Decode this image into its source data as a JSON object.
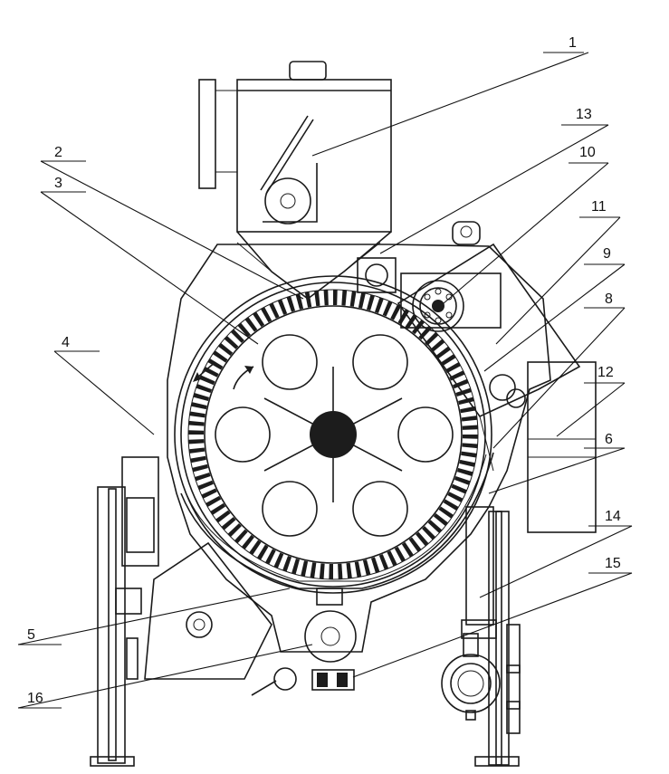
{
  "diagram": {
    "callouts": [
      {
        "id": "c1",
        "label": "1"
      },
      {
        "id": "c2",
        "label": "2"
      },
      {
        "id": "c3",
        "label": "3"
      },
      {
        "id": "c4",
        "label": "4"
      },
      {
        "id": "c5",
        "label": "5"
      },
      {
        "id": "c6",
        "label": "6"
      },
      {
        "id": "c8",
        "label": "8"
      },
      {
        "id": "c9",
        "label": "9"
      },
      {
        "id": "c10",
        "label": "10"
      },
      {
        "id": "c11",
        "label": "11"
      },
      {
        "id": "c12",
        "label": "12"
      },
      {
        "id": "c13",
        "label": "13"
      },
      {
        "id": "c14",
        "label": "14"
      },
      {
        "id": "c15",
        "label": "15"
      },
      {
        "id": "c16",
        "label": "16"
      }
    ]
  }
}
